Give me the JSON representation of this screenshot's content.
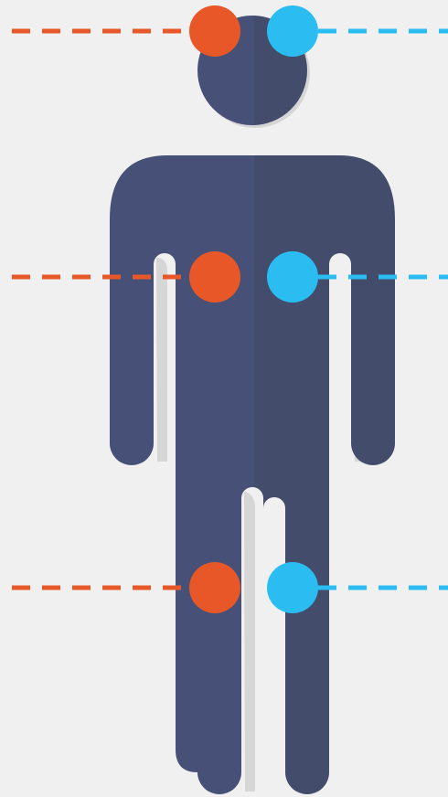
{
  "colors": {
    "background": "#f0f0f0",
    "body_left": "#475077",
    "body_right": "#434d6b",
    "shadow": "#d6d6d6",
    "left_marker": "#e85727",
    "right_marker": "#2bbdf2"
  },
  "markers": [
    {
      "id": "head",
      "left_icon": "orange-dot-icon",
      "right_icon": "cyan-dot-icon"
    },
    {
      "id": "chest",
      "left_icon": "orange-dot-icon",
      "right_icon": "cyan-dot-icon"
    },
    {
      "id": "legs",
      "left_icon": "orange-dot-icon",
      "right_icon": "cyan-dot-icon"
    }
  ]
}
